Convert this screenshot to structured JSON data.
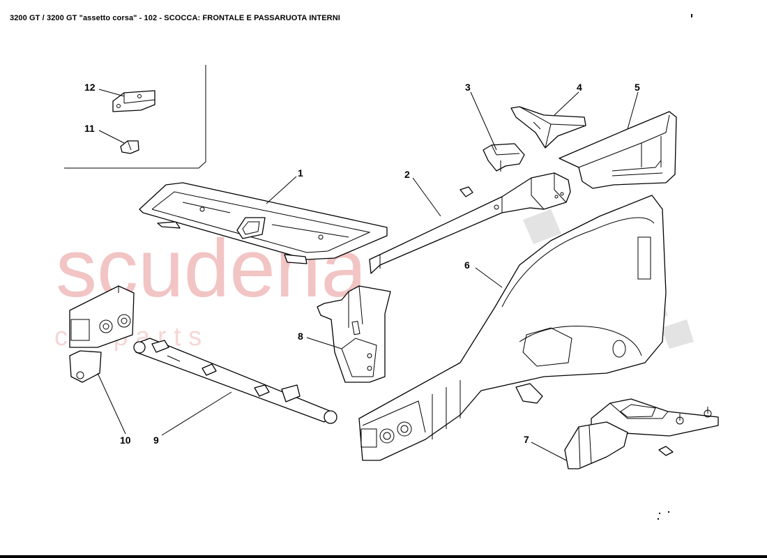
{
  "title": "3200 GT / 3200 GT \"assetto corsa\" - 102 - SCOCCA: FRONTALE E PASSARUOTA INTERNI",
  "watermark": {
    "brand": "scuderia",
    "tagline": "c a r   p a r t s",
    "color": "#f2c4c4"
  },
  "callouts": [
    "1",
    "2",
    "3",
    "4",
    "5",
    "6",
    "7",
    "8",
    "9",
    "10",
    "11",
    "12"
  ]
}
